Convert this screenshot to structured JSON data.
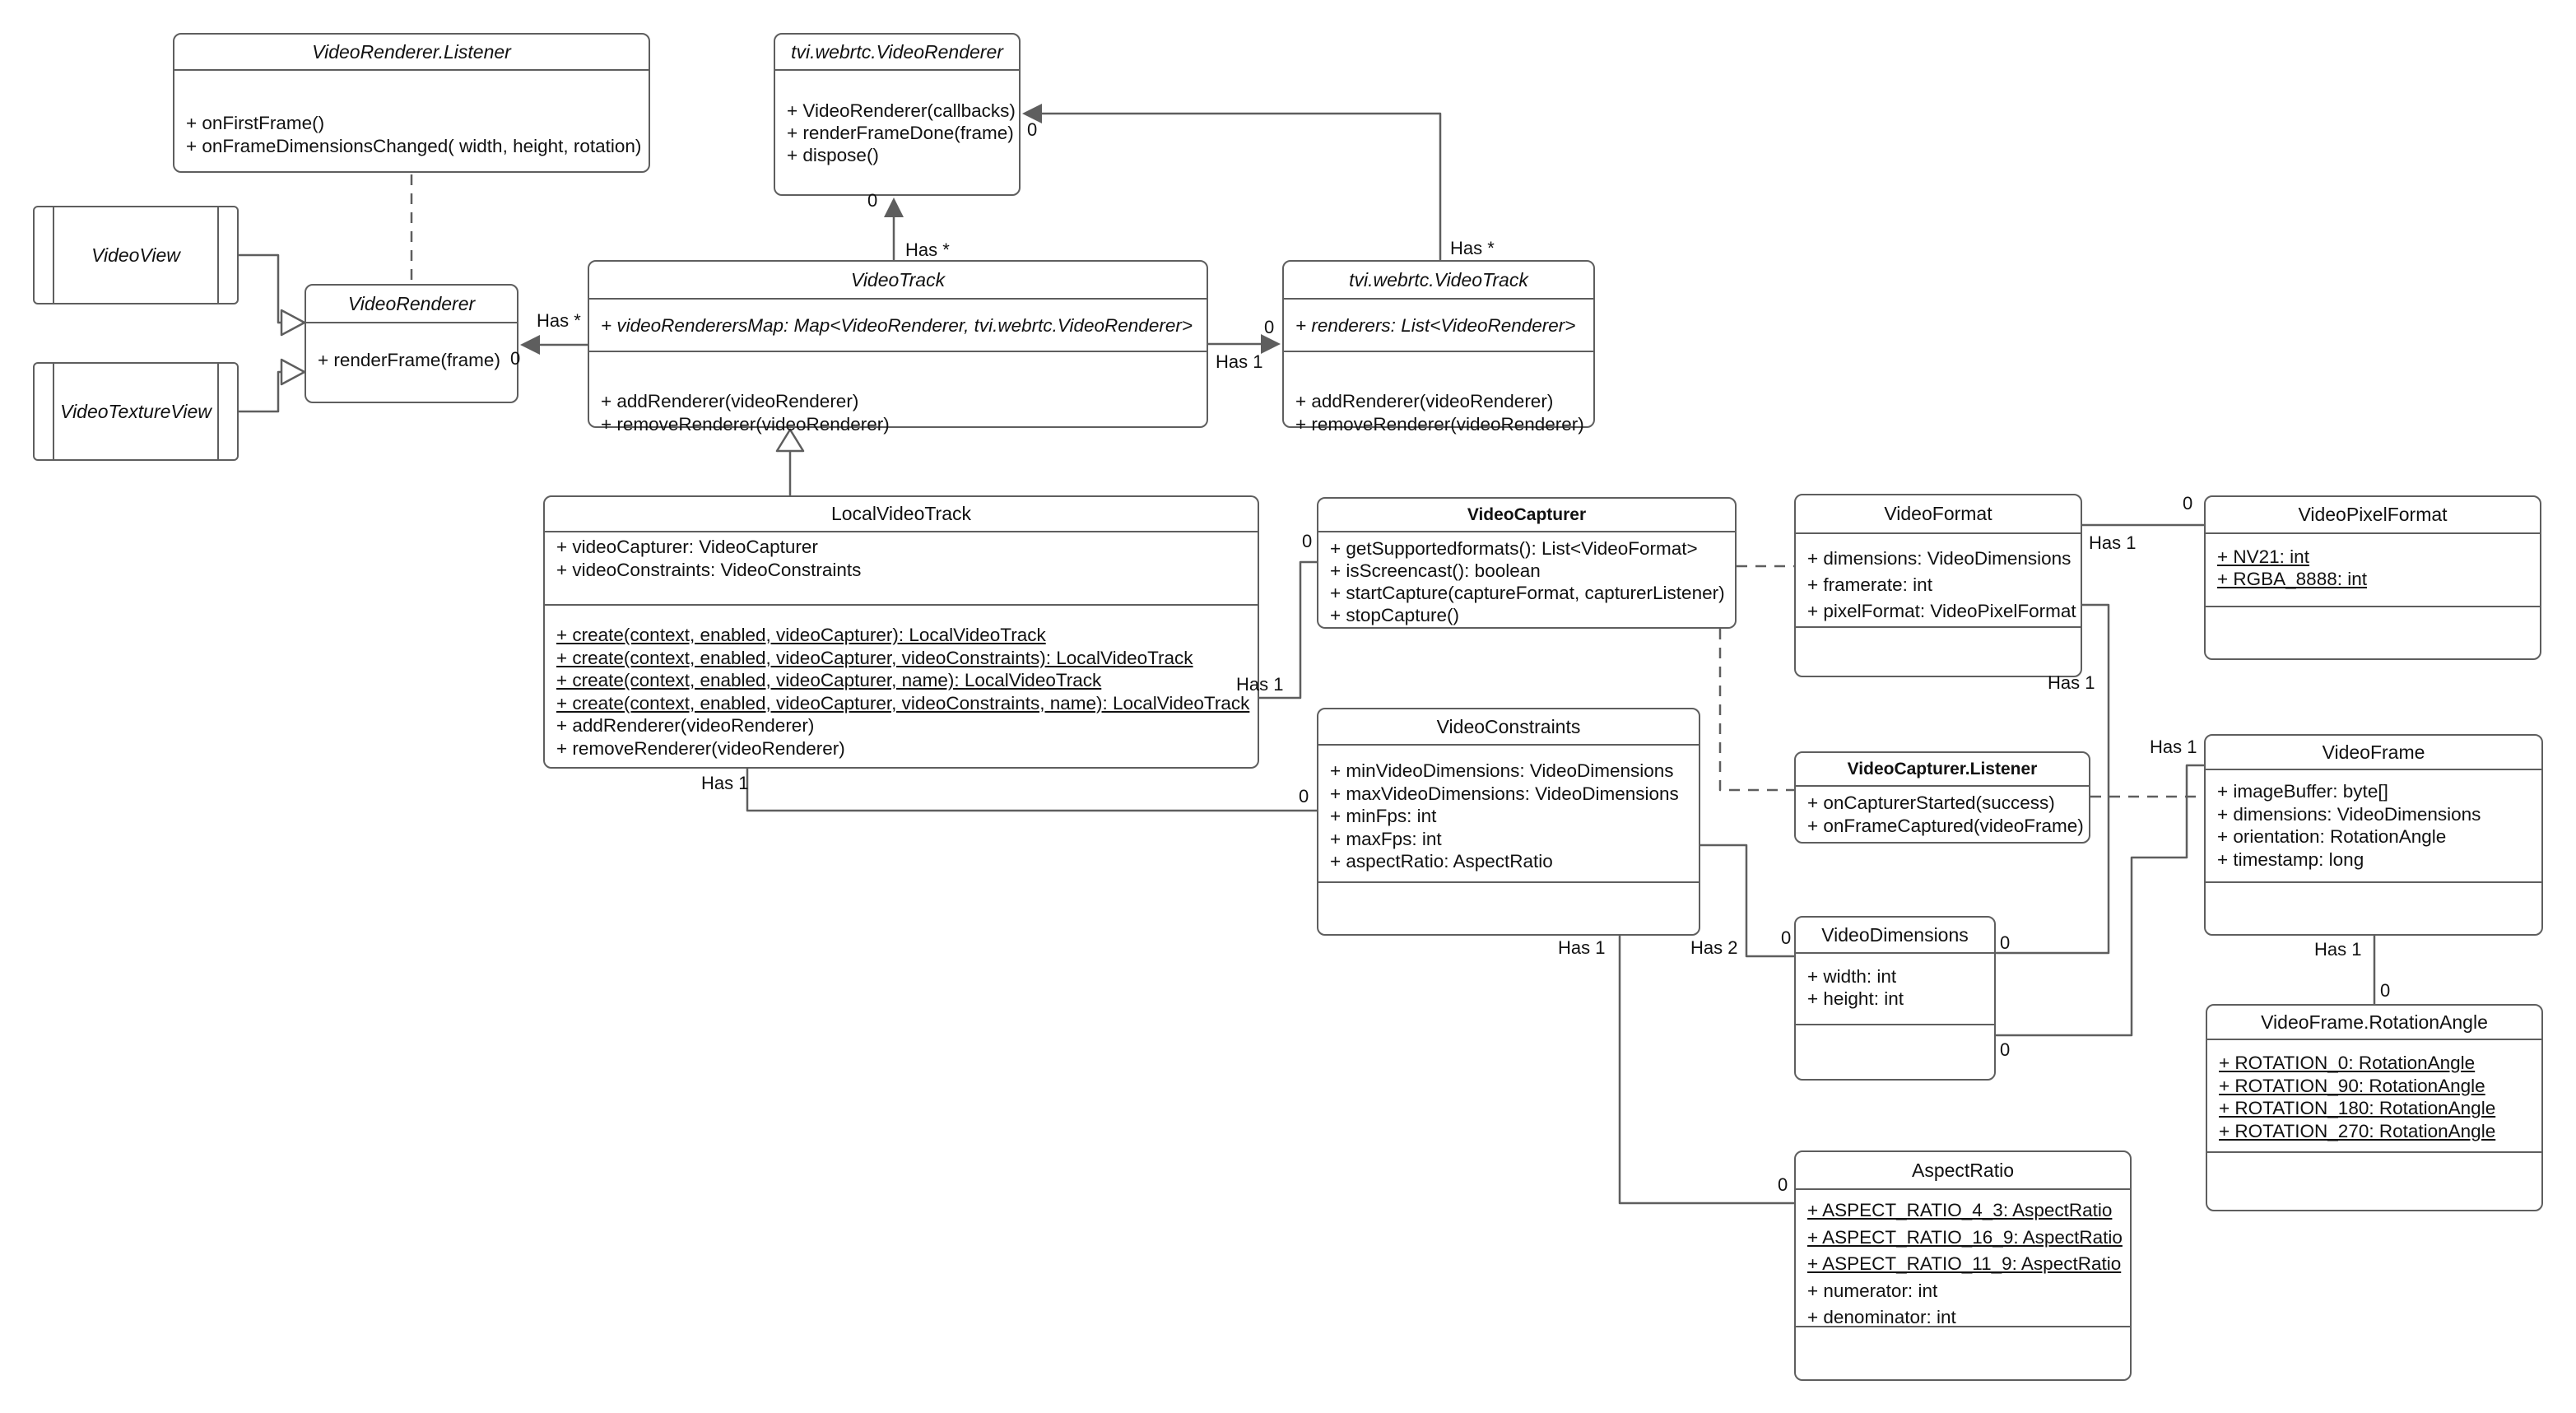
{
  "colors": {
    "stroke": "#5e5e5e",
    "text": "#111111",
    "background": "#ffffff"
  },
  "classes": {
    "videoRendererListener": {
      "title": "VideoRenderer.Listener",
      "methods": [
        "+ onFirstFrame()",
        "+ onFrameDimensionsChanged( width, height, rotation)"
      ]
    },
    "tviVideoRenderer": {
      "title": "tvi.webrtc.VideoRenderer",
      "methods": [
        "+ VideoRenderer(callbacks)",
        "+ renderFrameDone(frame)",
        "+ dispose()"
      ]
    },
    "videoView": {
      "title": "VideoView"
    },
    "videoTextureView": {
      "title": "VideoTextureView"
    },
    "videoRenderer": {
      "title": "VideoRenderer",
      "methods": [
        "+ renderFrame(frame)"
      ]
    },
    "videoTrack": {
      "title": "VideoTrack",
      "attributes": [
        "+ videoRenderersMap: Map<VideoRenderer, tvi.webrtc.VideoRenderer>"
      ],
      "methods": [
        "+ addRenderer(videoRenderer)",
        "+ removeRenderer(videoRenderer)"
      ]
    },
    "tviVideoTrack": {
      "title": "tvi.webrtc.VideoTrack",
      "attributes": [
        "+ renderers: List<VideoRenderer>"
      ],
      "methods": [
        "+ addRenderer(videoRenderer)",
        "+ removeRenderer(videoRenderer)"
      ]
    },
    "localVideoTrack": {
      "title": "LocalVideoTrack",
      "attributes": [
        "+ videoCapturer: VideoCapturer",
        "+ videoConstraints: VideoConstraints"
      ],
      "methods": [
        {
          "text": "+ create(context, enabled, videoCapturer): LocalVideoTrack",
          "u": true
        },
        {
          "text": "+ create(context, enabled, videoCapturer, videoConstraints): LocalVideoTrack",
          "u": true
        },
        {
          "text": "+ create(context, enabled, videoCapturer, name): LocalVideoTrack",
          "u": true
        },
        {
          "text": "+ create(context, enabled, videoCapturer, videoConstraints, name): LocalVideoTrack",
          "u": true
        },
        "+ addRenderer(videoRenderer)",
        "+ removeRenderer(videoRenderer)"
      ]
    },
    "videoCapturer": {
      "title": "VideoCapturer",
      "methods": [
        "+ getSupportedformats(): List<VideoFormat>",
        "+ isScreencast(): boolean",
        "+ startCapture(captureFormat, capturerListener)",
        "+ stopCapture()"
      ]
    },
    "videoFormat": {
      "title": "VideoFormat",
      "attributes": [
        "+ dimensions: VideoDimensions",
        "+ framerate: int",
        "+ pixelFormat: VideoPixelFormat"
      ]
    },
    "videoPixelFormat": {
      "title": "VideoPixelFormat",
      "attributes": [
        {
          "text": "+ NV21: int",
          "u": true
        },
        {
          "text": "+ RGBA_8888: int",
          "u": true
        }
      ]
    },
    "videoConstraints": {
      "title": "VideoConstraints",
      "attributes": [
        "+ minVideoDimensions: VideoDimensions",
        "+ maxVideoDimensions: VideoDimensions",
        "+ minFps: int",
        "+ maxFps: int",
        "+ aspectRatio: AspectRatio"
      ]
    },
    "videoCapturerListener": {
      "title": "VideoCapturer.Listener",
      "methods": [
        "+ onCapturerStarted(success)",
        "+ onFrameCaptured(videoFrame)"
      ]
    },
    "videoFrame": {
      "title": "VideoFrame",
      "attributes": [
        "+ imageBuffer: byte[]",
        "+ dimensions: VideoDimensions",
        "+ orientation: RotationAngle",
        "+ timestamp: long"
      ]
    },
    "videoDimensions": {
      "title": "VideoDimensions",
      "attributes": [
        "+ width: int",
        "+ height: int"
      ]
    },
    "rotationAngle": {
      "title": "VideoFrame.RotationAngle",
      "attributes": [
        {
          "text": "+ ROTATION_0: RotationAngle",
          "u": true
        },
        {
          "text": "+ ROTATION_90: RotationAngle",
          "u": true
        },
        {
          "text": "+ ROTATION_180: RotationAngle",
          "u": true
        },
        {
          "text": "+ ROTATION_270: RotationAngle",
          "u": true
        }
      ]
    },
    "aspectRatio": {
      "title": "AspectRatio",
      "attributes": [
        {
          "text": "+ ASPECT_RATIO_4_3: AspectRatio",
          "u": true
        },
        {
          "text": "+ ASPECT_RATIO_16_9: AspectRatio",
          "u": true
        },
        {
          "text": "+ ASPECT_RATIO_11_9: AspectRatio",
          "u": true
        },
        "+ numerator: int",
        "+ denominator: int"
      ]
    }
  },
  "edge_labels": [
    {
      "text": "Has *"
    },
    {
      "text": "0"
    },
    {
      "text": "0"
    },
    {
      "text": "Has *"
    },
    {
      "text": "Has *"
    },
    {
      "text": "0"
    },
    {
      "text": "Has 1"
    },
    {
      "text": "0"
    },
    {
      "text": "Has 1"
    },
    {
      "text": "0"
    },
    {
      "text": "Has 1"
    },
    {
      "text": "0"
    },
    {
      "text": "Has 1"
    },
    {
      "text": "0"
    },
    {
      "text": "Has 1"
    },
    {
      "text": "0"
    },
    {
      "text": "Has 1"
    },
    {
      "text": "0"
    },
    {
      "text": "Has 1"
    },
    {
      "text": "0"
    },
    {
      "text": "Has 1"
    },
    {
      "text": "0"
    },
    {
      "text": "Has 2"
    },
    {
      "text": "0"
    }
  ]
}
